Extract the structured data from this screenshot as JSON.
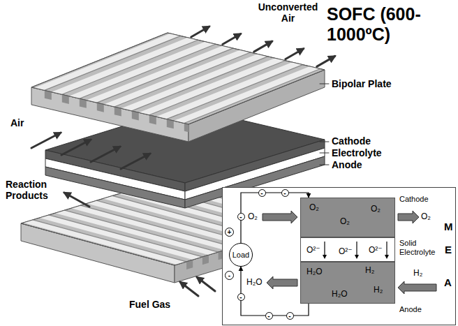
{
  "diagram": {
    "title": "SOFC (600-1000ºC)",
    "nodes": [
      {
        "text": [
          "O₂",
          "O₂",
          "O₂"
        ]
      },
      {
        "text": [
          "O²⁻",
          "O²⁻",
          "O²⁻"
        ]
      },
      {
        "text": [
          "H₂O",
          "H₂",
          "H₂",
          "H₂O"
        ]
      },
      {
        "text": [
          "Load"
        ]
      }
    ],
    "edges": [
      {
        "from": 2,
        "to": 3,
        "arrow": "to"
      },
      {
        "from": 3,
        "to": 0,
        "arrow": "to"
      }
    ],
    "labels": [
      "Unconverted Air",
      "Bipolar Plate",
      "Cathode",
      "Electrolyte",
      "Anode",
      "Air",
      "Reaction Products",
      "Fuel Gas",
      "Cathode",
      "Solid Electrolyte",
      "Anode",
      "M",
      "E",
      "A",
      "O₂",
      "O₂",
      "H₂O",
      "H₂",
      "+",
      "-",
      "-",
      "-",
      "-",
      "-",
      "-",
      "-"
    ]
  }
}
